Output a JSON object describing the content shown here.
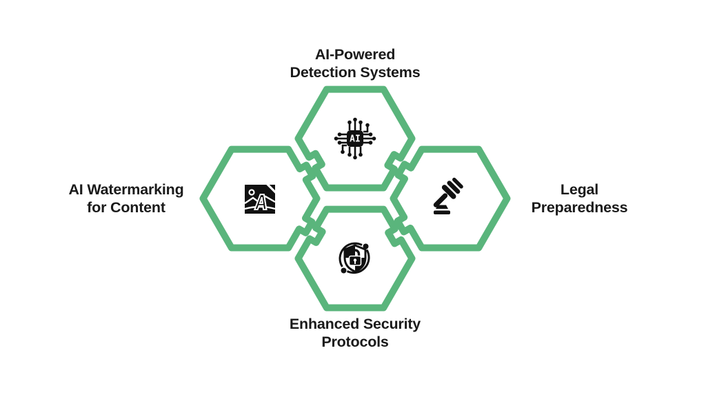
{
  "colors": {
    "accent_green": "#5ab57c",
    "text": "#1a1a1a",
    "icon": "#111111",
    "background": "#ffffff"
  },
  "diagram": {
    "type": "interlocking-hexagons",
    "nodes": [
      {
        "id": "top",
        "icon": "ai-chip-icon",
        "chip_label": "AI",
        "label_line1": "AI-Powered",
        "label_line2": "Detection Systems",
        "label_position": "above"
      },
      {
        "id": "left",
        "icon": "watermarked-image-icon",
        "watermark_letter": "A",
        "label_line1": "AI Watermarking",
        "label_line2": "for Content",
        "label_position": "left"
      },
      {
        "id": "right",
        "icon": "gavel-icon",
        "label_line1": "Legal",
        "label_line2": "Preparedness",
        "label_position": "right"
      },
      {
        "id": "bottom",
        "icon": "shield-lock-icon",
        "label_line1": "Enhanced Security",
        "label_line2": "Protocols",
        "label_position": "below"
      }
    ]
  }
}
